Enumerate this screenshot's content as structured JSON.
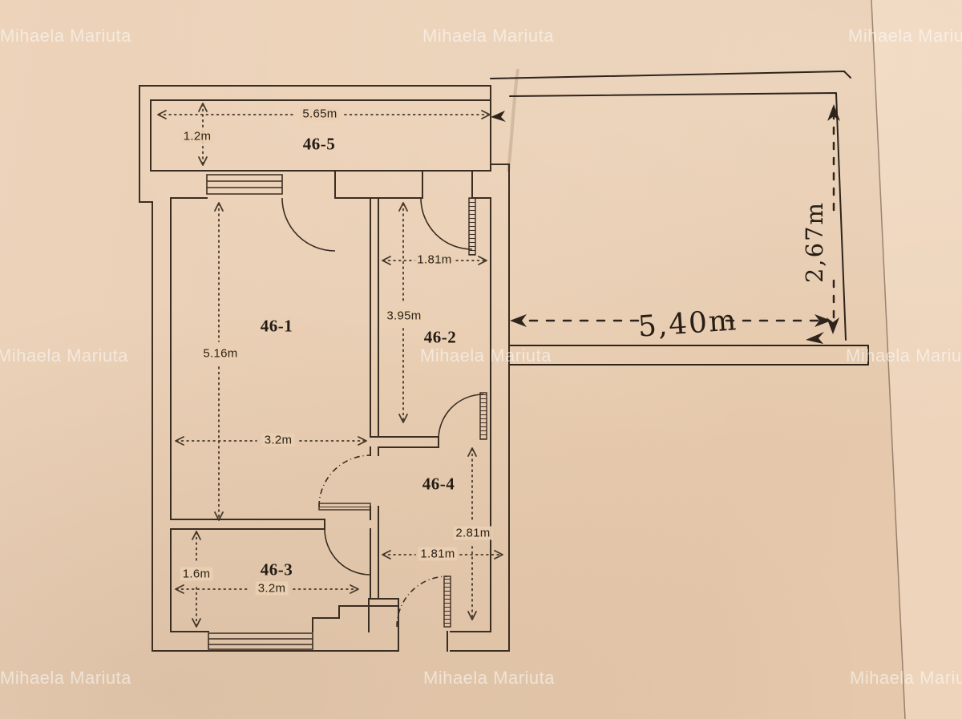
{
  "watermark": {
    "text": "Mihaela Mariuta"
  },
  "rooms": {
    "r1": "46-1",
    "r2": "46-2",
    "r3": "46-3",
    "r4": "46-4",
    "r5": "46-5"
  },
  "dims": {
    "balcony_width": "5.65m",
    "balcony_depth": "1.2m",
    "room1_length": "5.16m",
    "room1_width": "3.2m",
    "room2_width": "1.81m",
    "room2_length": "3.95m",
    "room3_depth": "1.6m",
    "room3_width": "3.2m",
    "hall_length": "2.81m",
    "hall_width": "1.81m"
  },
  "handwritten": {
    "terrace_width": "5,40m",
    "terrace_height": "2,67m"
  }
}
